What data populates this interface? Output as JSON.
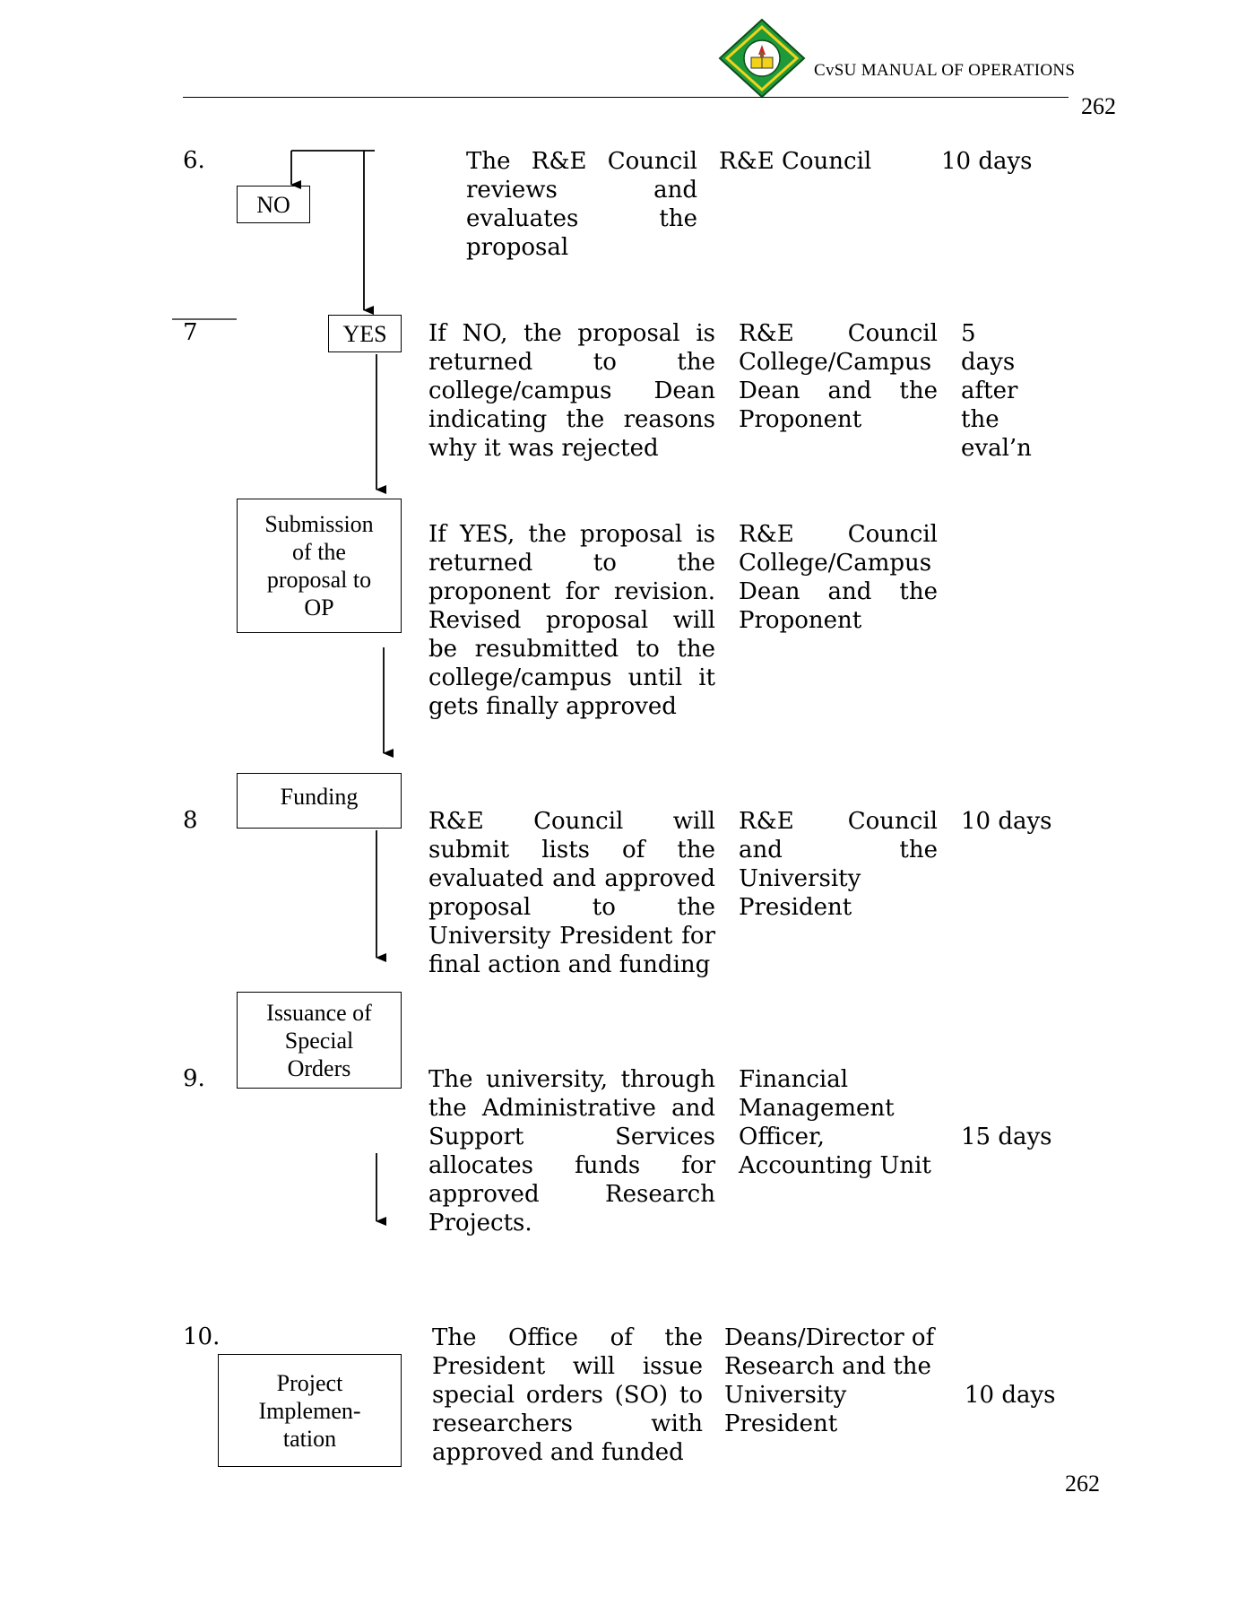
{
  "header": {
    "title": "CvSU MANUAL OF OPERATIONS",
    "page_top": "262",
    "page_bottom": "262"
  },
  "rows": [
    {
      "number": "6.",
      "activity": "The R&E Council reviews and evaluates the proposal",
      "responsible": "R&E Council",
      "duration": "10 days"
    },
    {
      "number": "7",
      "activity": "If NO, the proposal is returned to the college/campus Dean indicating the reasons why it was rejected",
      "responsible": "R&E Council College/Campus Dean and the Proponent",
      "duration": "5 days after the eval’n"
    },
    {
      "number": "",
      "activity": "If YES, the proposal is returned to the proponent for revision. Revised proposal will be resubmitted to the college/campus until it gets finally approved",
      "responsible": "R&E Council College/Campus Dean and the Proponent",
      "duration": ""
    },
    {
      "number": "8",
      "activity": "R&E Council will submit lists of the evaluated and approved proposal to the University President for final action and funding",
      "responsible": "R&E Council and the University President",
      "duration": "10 days"
    },
    {
      "number": "9.",
      "activity": "The university, through the Administrative and Support Services allocates funds for approved Research Projects.",
      "responsible": "Financial Management Officer, Accounting Unit",
      "duration": "15 days"
    },
    {
      "number": "10.",
      "activity": "The Office of the President will issue special orders (SO) to researchers with approved and funded",
      "responsible": "Deans/Director of Research and the University President",
      "duration": "10 days"
    }
  ],
  "flow_boxes": {
    "no": "NO",
    "yes": "YES",
    "submission": [
      "Submission",
      "of the",
      "proposal to",
      "OP"
    ],
    "funding": "Funding",
    "issuance": [
      "Issuance of",
      "Special",
      "Orders"
    ],
    "implementation": [
      "Project",
      "Implemen-",
      "tation"
    ]
  },
  "colors": {
    "logo_green": "#1f9a3a",
    "logo_yellow": "#f2d21b",
    "logo_red": "#c8262c",
    "ink": "#000000"
  }
}
